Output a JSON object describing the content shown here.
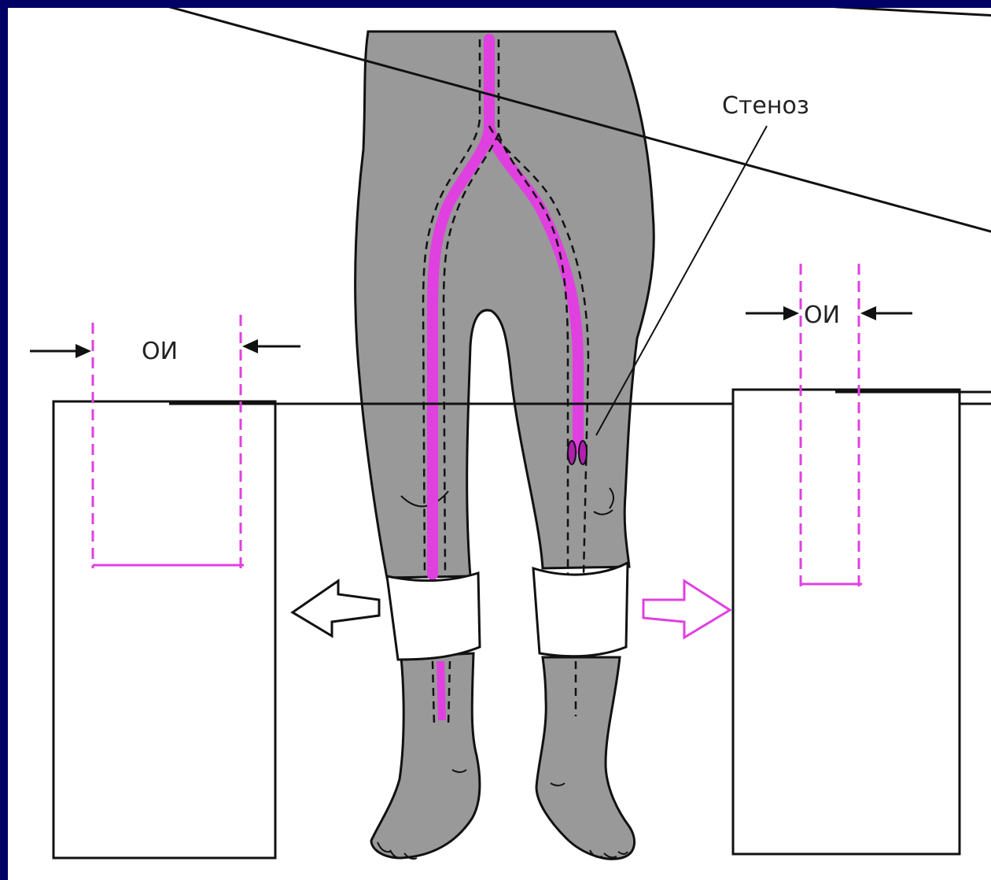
{
  "colors": {
    "frame": "#000066",
    "background": "#ffffff",
    "leg_fill": "#999999",
    "artery": "#e040e0",
    "ink": "#111111",
    "cuff": "#ffffff"
  },
  "labels": {
    "stenosis": "Стеноз",
    "oi_left": "ОИ",
    "oi_right": "ОИ"
  },
  "panels": {
    "left": {
      "kind": "normal oscillogram",
      "amplitude": "wide"
    },
    "right": {
      "kind": "post-stenosis oscillogram",
      "amplitude": "narrow"
    }
  }
}
